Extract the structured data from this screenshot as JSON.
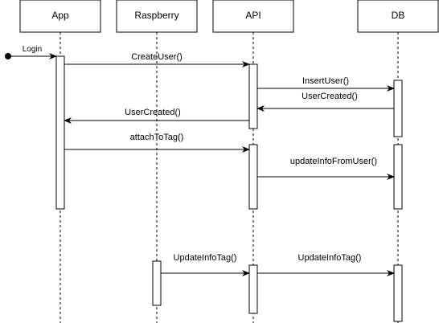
{
  "participants": [
    {
      "id": "app",
      "label": "App"
    },
    {
      "id": "raspberry",
      "label": "Raspberry"
    },
    {
      "id": "api",
      "label": "API"
    },
    {
      "id": "db",
      "label": "DB"
    }
  ],
  "found_message": {
    "label": "Login",
    "to": "app"
  },
  "messages": [
    {
      "label": "CreateUser()",
      "from": "app",
      "to": "api"
    },
    {
      "label": "InsertUser()",
      "from": "api",
      "to": "db"
    },
    {
      "label": "UserCreated()",
      "from": "db",
      "to": "api"
    },
    {
      "label": "UserCreated()",
      "from": "api",
      "to": "app"
    },
    {
      "label": "attachToTag()",
      "from": "app",
      "to": "api"
    },
    {
      "label": "updateInfoFromUser()",
      "from": "api",
      "to": "db"
    },
    {
      "label": "UpdateInfoTag()",
      "from": "raspberry",
      "to": "api"
    },
    {
      "label": "UpdateInfoTag()",
      "from": "api",
      "to": "db"
    }
  ]
}
